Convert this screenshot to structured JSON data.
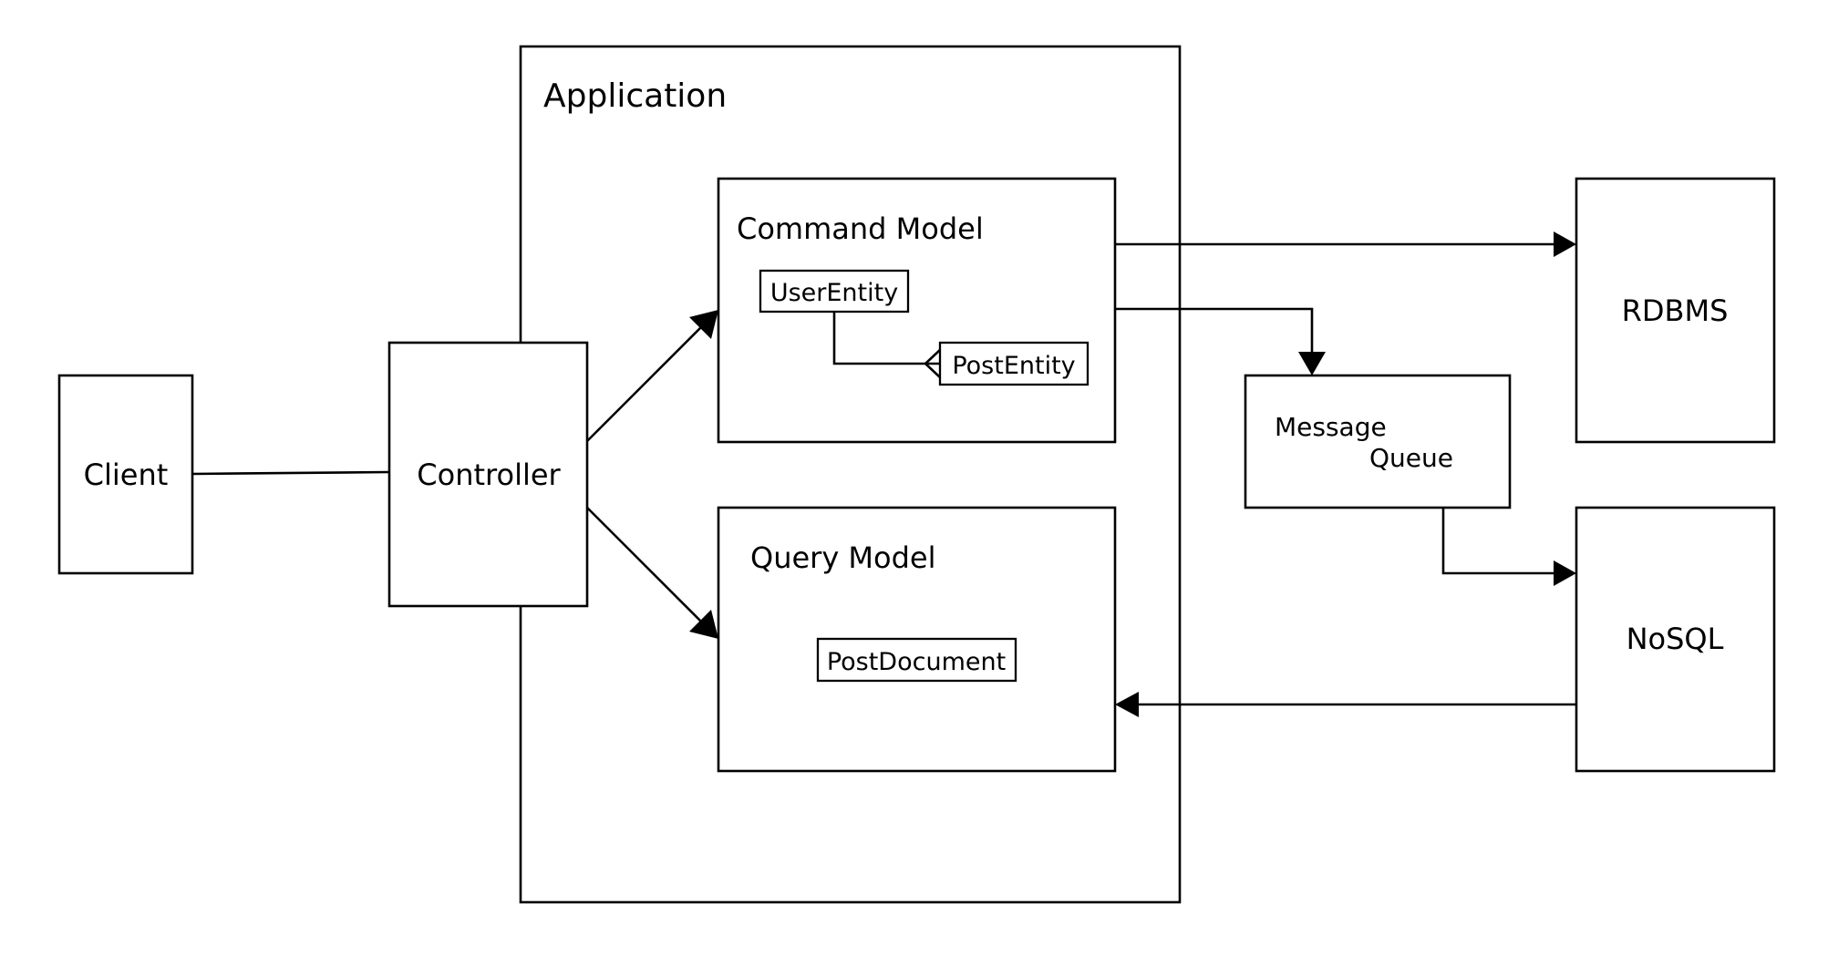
{
  "nodes": {
    "client": "Client",
    "controller": "Controller",
    "application": "Application",
    "command_model": "Command Model",
    "user_entity": "UserEntity",
    "post_entity": "PostEntity",
    "query_model": "Query Model",
    "post_document": "PostDocument",
    "message_queue": {
      "line1": "Message",
      "line2": "Queue"
    },
    "rdbms": "RDBMS",
    "nosql": "NoSQL"
  }
}
